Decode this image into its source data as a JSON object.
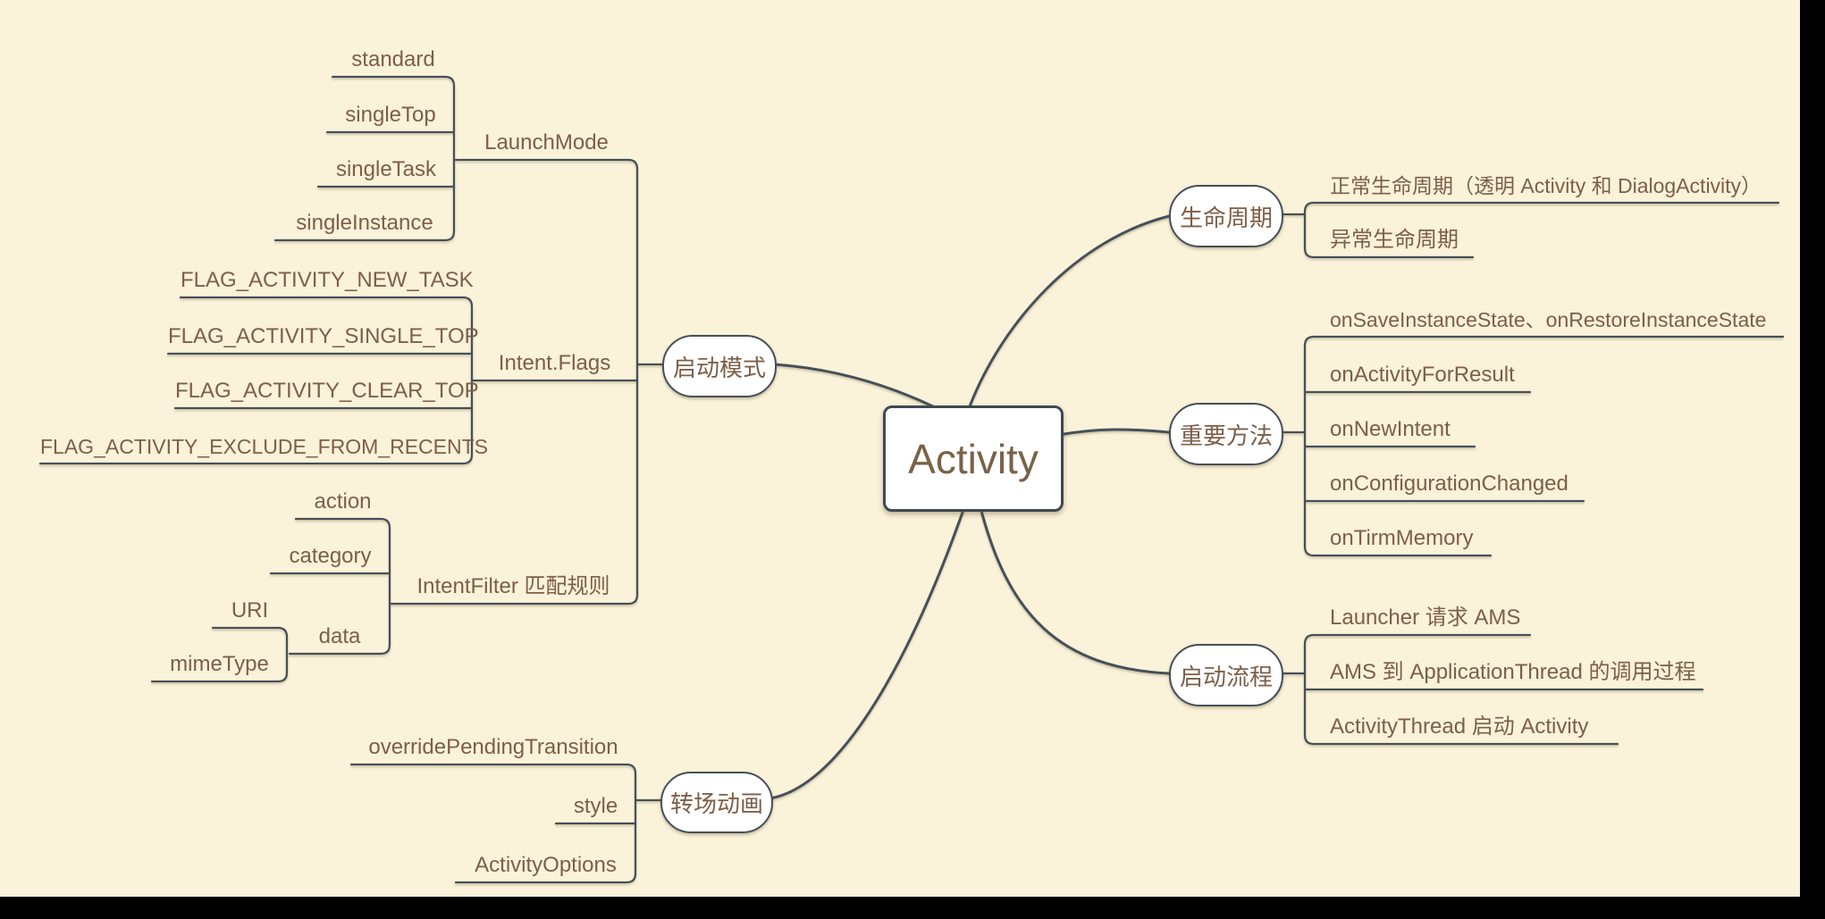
{
  "mindmap": {
    "root": "Activity",
    "branches": [
      {
        "label": "启动模式",
        "children": [
          {
            "label": "LaunchMode",
            "children": [
              {
                "label": "standard"
              },
              {
                "label": "singleTop"
              },
              {
                "label": "singleTask"
              },
              {
                "label": "singleInstance"
              }
            ]
          },
          {
            "label": "Intent.Flags",
            "children": [
              {
                "label": "FLAG_ACTIVITY_NEW_TASK"
              },
              {
                "label": "FLAG_ACTIVITY_SINGLE_TOP"
              },
              {
                "label": "FLAG_ACTIVITY_CLEAR_TOP"
              },
              {
                "label": "FLAG_ACTIVITY_EXCLUDE_FROM_RECENTS"
              }
            ]
          },
          {
            "label": "IntentFilter 匹配规则",
            "children": [
              {
                "label": "action"
              },
              {
                "label": "category"
              },
              {
                "label": "data",
                "children": [
                  {
                    "label": "URI"
                  },
                  {
                    "label": "mimeType"
                  }
                ]
              }
            ]
          }
        ]
      },
      {
        "label": "转场动画",
        "children": [
          {
            "label": "overridePendingTransition"
          },
          {
            "label": "style"
          },
          {
            "label": "ActivityOptions"
          }
        ]
      },
      {
        "label": "生命周期",
        "children": [
          {
            "label": "正常生命周期（透明 Activity 和 DialogActivity）"
          },
          {
            "label": "异常生命周期"
          }
        ]
      },
      {
        "label": "重要方法",
        "children": [
          {
            "label": "onSaveInstanceState、onRestoreInstanceState"
          },
          {
            "label": "onActivityForResult"
          },
          {
            "label": "onNewIntent"
          },
          {
            "label": "onConfigurationChanged"
          },
          {
            "label": "onTirmMemory"
          }
        ]
      },
      {
        "label": "启动流程",
        "children": [
          {
            "label": "Launcher 请求 AMS"
          },
          {
            "label": "AMS 到 ApplicationThread 的调用过程"
          },
          {
            "label": "ActivityThread 启动 Activity"
          }
        ]
      }
    ],
    "colors": {
      "background": "#faf2d9",
      "line": "#45505a",
      "text": "#7d5f48",
      "node_fill": "#ffffff",
      "frame": "#000000"
    }
  }
}
